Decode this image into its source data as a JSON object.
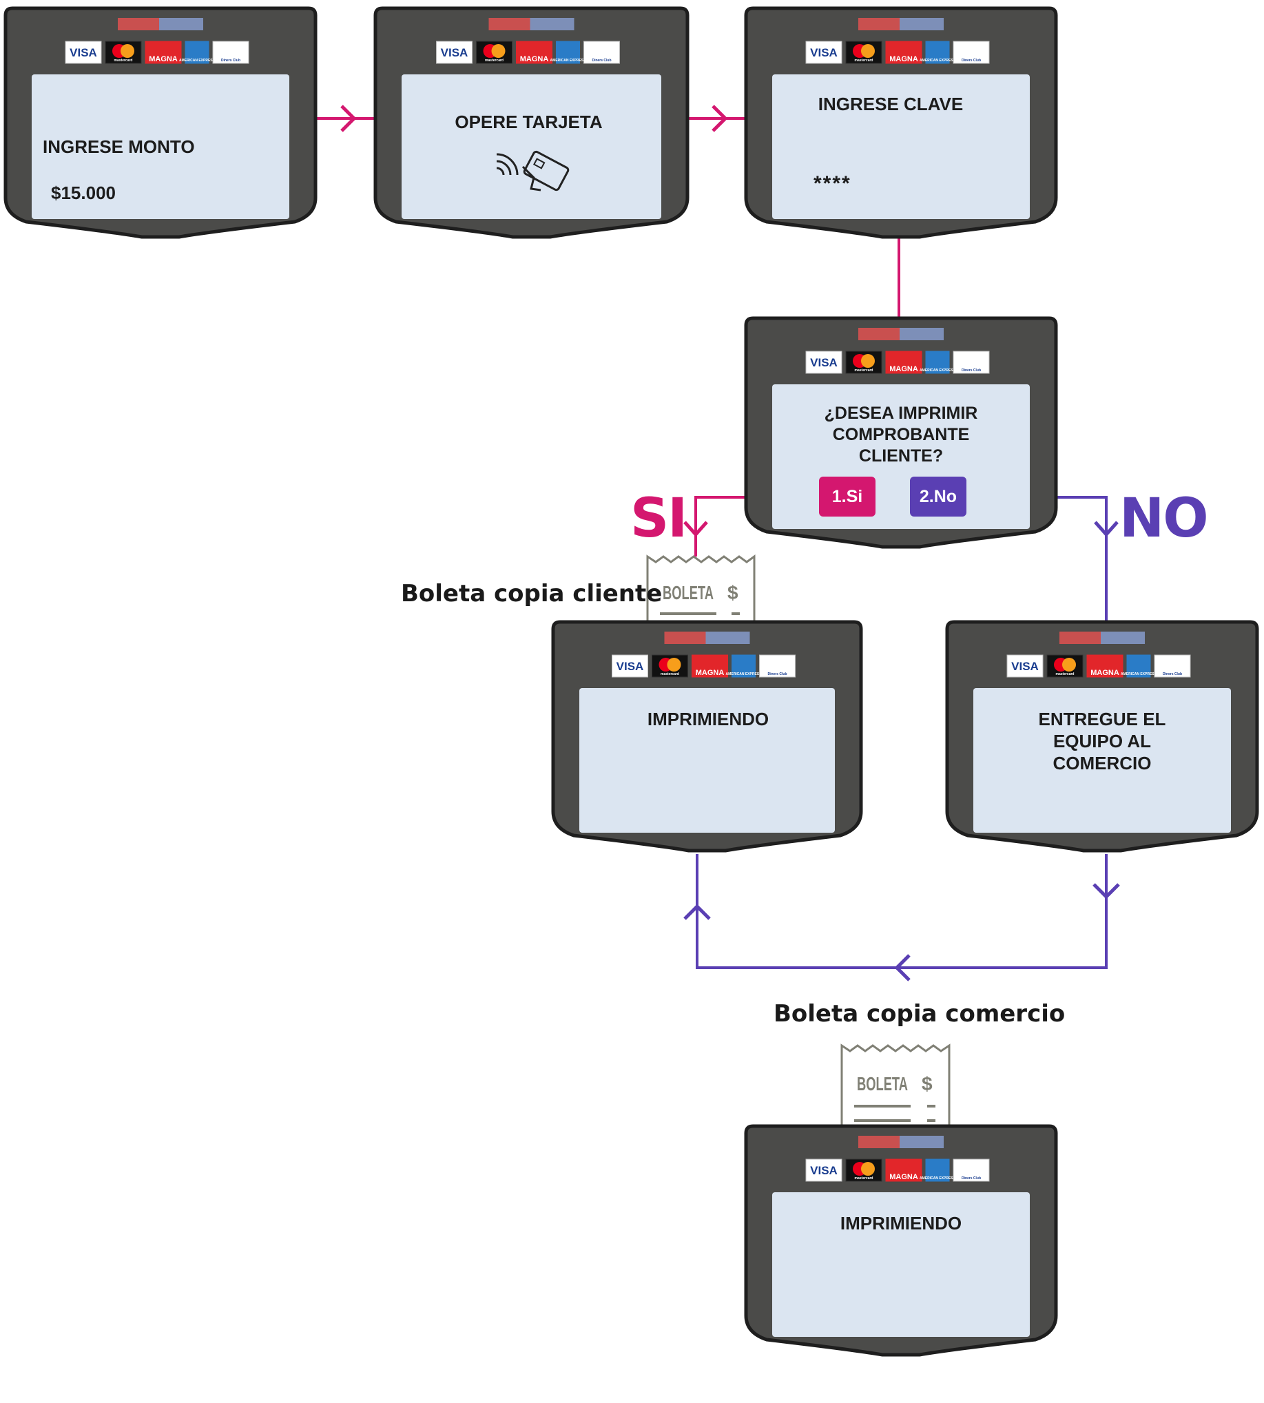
{
  "colors": {
    "si": "#d4176f",
    "no": "#5a3fb3",
    "terminal_body": "#4b4b49",
    "terminal_outline": "#1e1e1e",
    "screen": "#dbe5f1"
  },
  "card_brands": [
    "VISA",
    "mastercard",
    "MAGNA",
    "AMERICAN EXPRESS",
    "Diners Club"
  ],
  "screens": {
    "monto": {
      "line1": "INGRESE MONTO",
      "line2": "$15.000"
    },
    "opere": {
      "line1": "OPERE TARJETA",
      "icon": "contactless-card-icon"
    },
    "clave": {
      "line1": "INGRESE CLAVE",
      "line2": "****"
    },
    "imprimir": {
      "line1": "¿DESEA IMPRIMIR",
      "line2": "COMPROBANTE",
      "line3": "CLIENTE?",
      "btn_si": "1.Si",
      "btn_no": "2.No"
    },
    "imprimiendo_cliente": {
      "line1": "IMPRIMIENDO"
    },
    "entregue": {
      "line1": "ENTREGUE EL",
      "line2": "EQUIPO AL",
      "line3": "COMERCIO"
    },
    "imprimiendo_comercio": {
      "line1": "IMPRIMIENDO"
    }
  },
  "branches": {
    "si": "SI",
    "no": "NO"
  },
  "receipts": {
    "cliente": {
      "caption": "Boleta copia cliente",
      "label": "BOLETA",
      "symbol": "$"
    },
    "comercio": {
      "caption": "Boleta copia comercio",
      "label": "BOLETA",
      "symbol": "$"
    }
  }
}
